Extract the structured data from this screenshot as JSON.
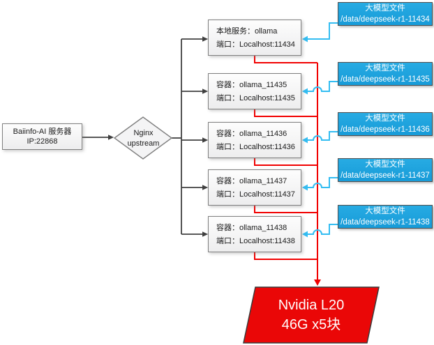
{
  "server": {
    "line1": "Baiinfo-AI 服务器",
    "line2": "IP:22868"
  },
  "gateway": {
    "line1": "Nginx",
    "line2": "upstream"
  },
  "services": [
    {
      "line1": "本地服务：ollama",
      "line2": "端口：Localhost:11434"
    },
    {
      "line1": "容器：ollama_11435",
      "line2": "端口：Localhost:11435"
    },
    {
      "line1": "容器：ollama_11436",
      "line2": "端口：Localhost:11436"
    },
    {
      "line1": "容器：ollama_11437",
      "line2": "端口：Localhost:11437"
    },
    {
      "line1": "容器：ollama_11438",
      "line2": "端口：Localhost:11438"
    }
  ],
  "model_files": [
    {
      "line1": "大模型文件",
      "line2": "/data/deepseek-r1-11434"
    },
    {
      "line1": "大模型文件",
      "line2": "/data/deepseek-r1-11435"
    },
    {
      "line1": "大模型文件",
      "line2": "/data/deepseek-r1-11436"
    },
    {
      "line1": "大模型文件",
      "line2": "/data/deepseek-r1-11437"
    },
    {
      "line1": "大模型文件",
      "line2": "/data/deepseek-r1-11438"
    }
  ],
  "gpu": {
    "line1": "Nvidia L20",
    "line2": "46G x5块"
  },
  "colors": {
    "model_box_blue": "#1ba2df",
    "gpu_red": "#ea0707",
    "line_dark": "#404040",
    "line_blue": "#33bdf2",
    "line_red": "#f10000",
    "box_border_gray": "#7f7f7f"
  }
}
